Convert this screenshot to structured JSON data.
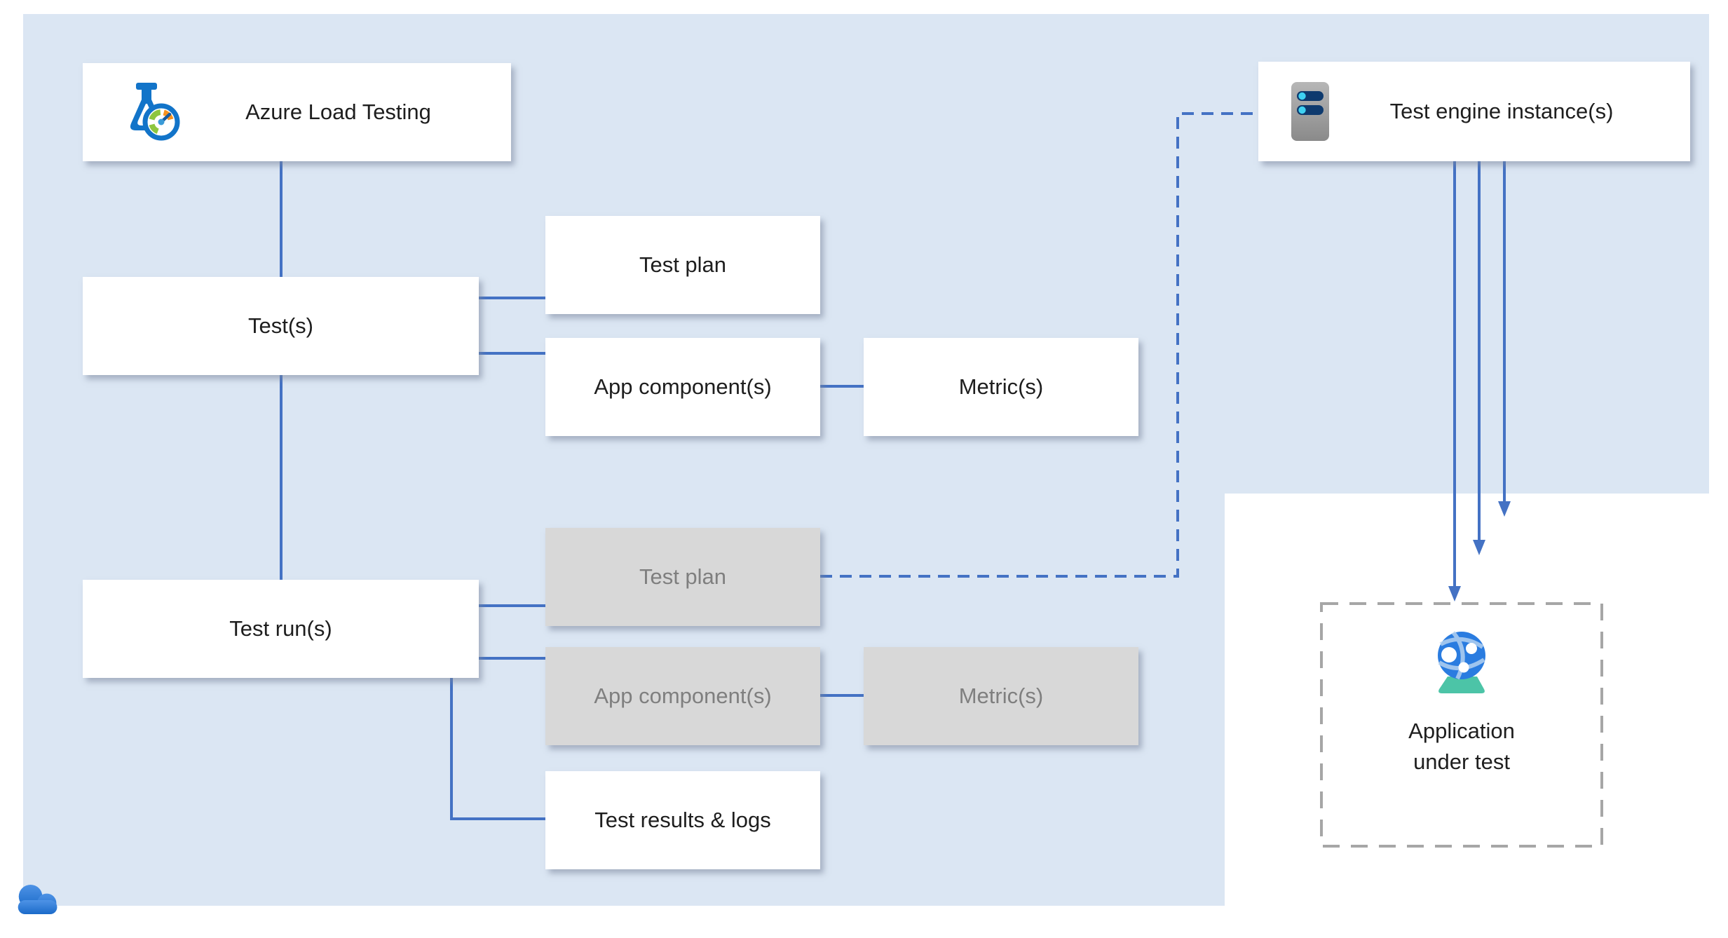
{
  "nodes": {
    "azure_load_testing": {
      "label": "Azure Load Testing"
    },
    "tests": {
      "label": "Test(s)"
    },
    "test_plan": {
      "label": "Test plan"
    },
    "app_components": {
      "label": "App component(s)"
    },
    "metrics": {
      "label": "Metric(s)"
    },
    "test_runs": {
      "label": "Test run(s)"
    },
    "run_test_plan": {
      "label": "Test plan"
    },
    "run_app_components": {
      "label": "App component(s)"
    },
    "run_metrics": {
      "label": "Metric(s)"
    },
    "test_results": {
      "label": "Test results & logs"
    },
    "test_engine": {
      "label": "Test engine instance(s)"
    },
    "application_under_test": {
      "label_line1": "Application",
      "label_line2": "under test"
    }
  },
  "icons": {
    "azure_load_testing": "load-testing-flask-gauge-icon",
    "test_engine": "virtual-machine-server-icon",
    "application_under_test": "app-service-globe-icon",
    "corner": "azure-cloud-icon"
  },
  "colors": {
    "canvas_background": "#dbe6f3",
    "notch_background": "#ffffff",
    "connector_blue": "#4472c4",
    "node_fill_active": "#ffffff",
    "node_fill_inactive": "#d8d8d8",
    "node_text_active": "#1e1e1e",
    "node_text_inactive": "#7f7f7f",
    "dashed_box_border": "#a6a6a6",
    "flask_blue": "#1274c9",
    "gauge_green": "#8dc63f",
    "gauge_orange": "#f6921e",
    "server_bar_navy": "#0e3a6e",
    "server_dot_cyan": "#3fd2f2",
    "globe_blue": "#2a7ce0",
    "globe_base_teal": "#4cc4a7",
    "cloud_blue": "#2e7fd6"
  }
}
